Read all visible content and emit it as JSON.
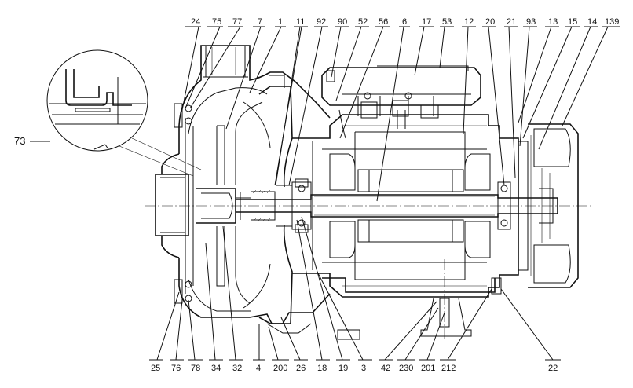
{
  "labels": {
    "top": [
      "24",
      "75",
      "77",
      "7",
      "1",
      "11",
      "92",
      "90",
      "52",
      "56",
      "6",
      "17",
      "53",
      "12",
      "20",
      "21",
      "93",
      "13",
      "15",
      "14",
      "139"
    ],
    "bottom": [
      "25",
      "76",
      "78",
      "34",
      "32",
      "4",
      "200",
      "26",
      "18",
      "19",
      "3",
      "42",
      "230",
      "201",
      "212",
      "22"
    ],
    "detail": "73"
  }
}
